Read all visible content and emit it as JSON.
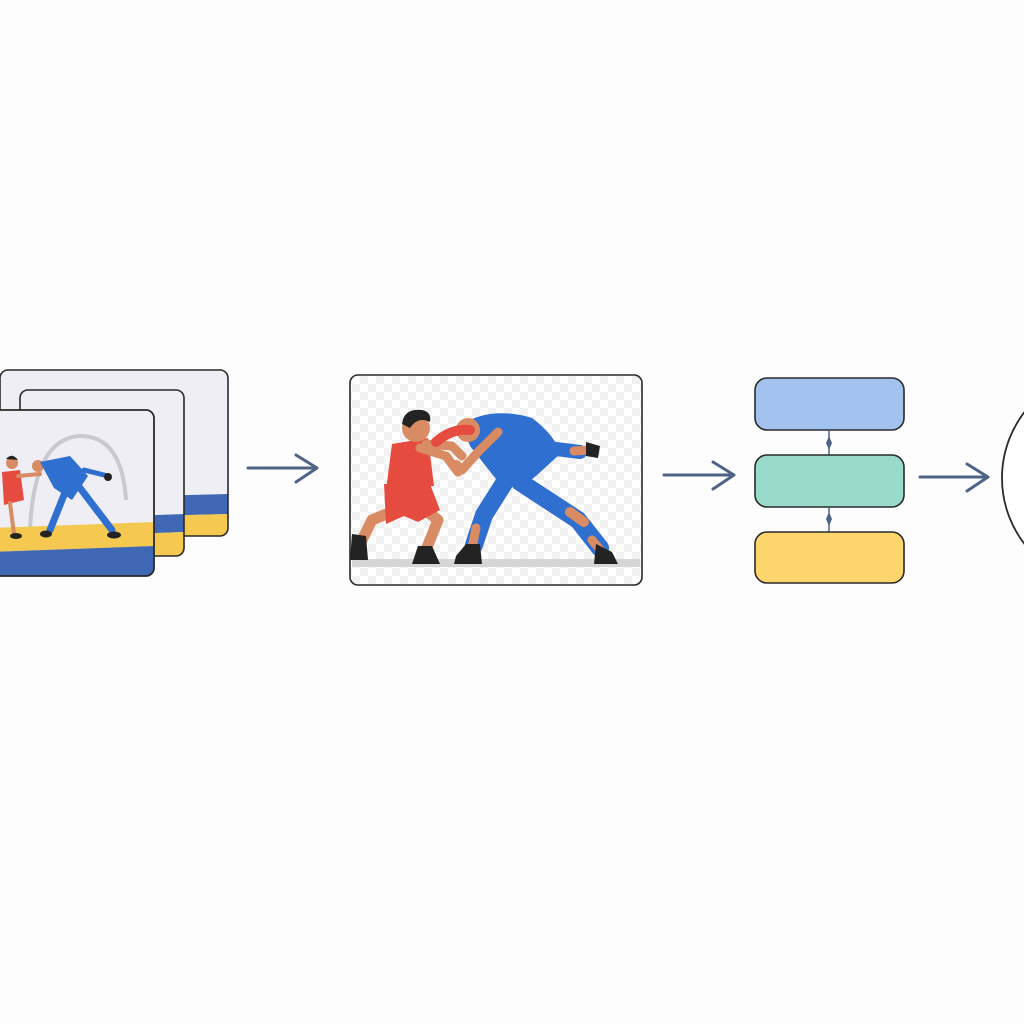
{
  "colors": {
    "background": "#fdfdfd",
    "arrow": "#4f6385",
    "frame_border": "#2a2a2a",
    "frame_backdrop": "#eeeef4",
    "mat_blue": "#3f67b4",
    "mat_yellow": "#f5c84f",
    "wrestler_red": "#e64b40",
    "wrestler_blue": "#2f6fd0",
    "skin": "#d98b63",
    "hair": "#232323",
    "block_top": "#a3c2ef",
    "block_middle": "#98dbcb",
    "block_bottom": "#fcd56c",
    "connector": "#4f6385"
  },
  "stages": [
    {
      "id": "video-frames",
      "kind": "frame-stack",
      "frame_count": 3
    },
    {
      "id": "segmented-frame",
      "kind": "image"
    },
    {
      "id": "model-blocks",
      "kind": "block-stack",
      "block_count": 3
    },
    {
      "id": "output",
      "kind": "circle"
    }
  ],
  "arrows": [
    {
      "from": "video-frames",
      "to": "segmented-frame"
    },
    {
      "from": "segmented-frame",
      "to": "model-blocks"
    },
    {
      "from": "model-blocks",
      "to": "output"
    }
  ]
}
